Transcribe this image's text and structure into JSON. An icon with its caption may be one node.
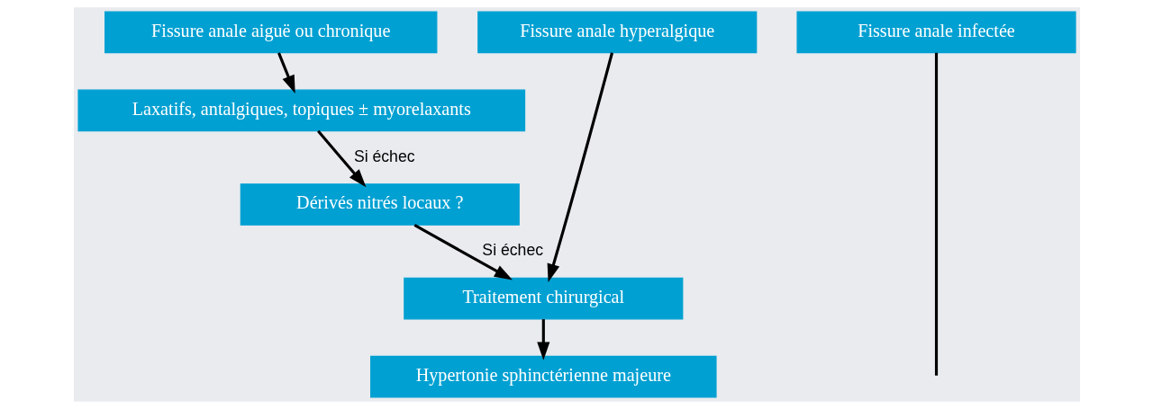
{
  "diagram": {
    "nodes": [
      {
        "text": [
          "Fissure anale aiguë ou chronique"
        ]
      },
      {
        "text": [
          "Fissure anale hyperalgique"
        ]
      },
      {
        "text": [
          "Fissure anale infectée"
        ]
      },
      {
        "text": [
          "Laxatifs, antalgiques, topiques ± myorelaxants"
        ]
      },
      {
        "text": [
          "Dérivés nitrés locaux ?"
        ]
      },
      {
        "text": [
          "Traitement chirurgical"
        ]
      },
      {
        "text": [
          "Hypertonie sphinctérienne majeure"
        ]
      }
    ],
    "edges": [
      {
        "from": 0,
        "to": 3,
        "arrow": "to"
      },
      {
        "from": 3,
        "to": 4,
        "arrow": "to",
        "label": "Si échec"
      },
      {
        "from": 4,
        "to": 5,
        "arrow": "to",
        "label": "Si échec"
      },
      {
        "from": 1,
        "to": 5,
        "arrow": "to"
      },
      {
        "from": 5,
        "to": 6,
        "arrow": "to"
      },
      {
        "from": 2,
        "to": null,
        "arrow": "none"
      }
    ]
  }
}
